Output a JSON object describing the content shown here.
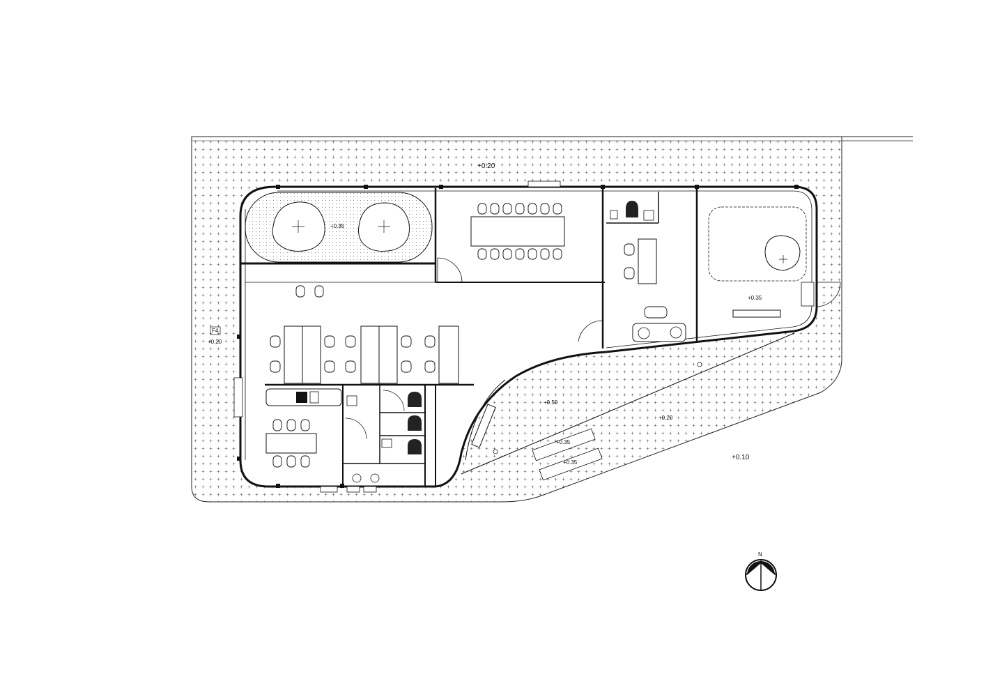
{
  "levels": {
    "site_north": "+0.20",
    "site_west": "+0.20",
    "site_south": "+0.20",
    "street": "+0.10",
    "patio_west": "+0.35",
    "patio_east": "+0.35",
    "terrace": "+0.50",
    "bench_upper": "+0.35",
    "bench_lower": "+0.35"
  },
  "tag": "F4",
  "compass": {
    "north": "N"
  }
}
